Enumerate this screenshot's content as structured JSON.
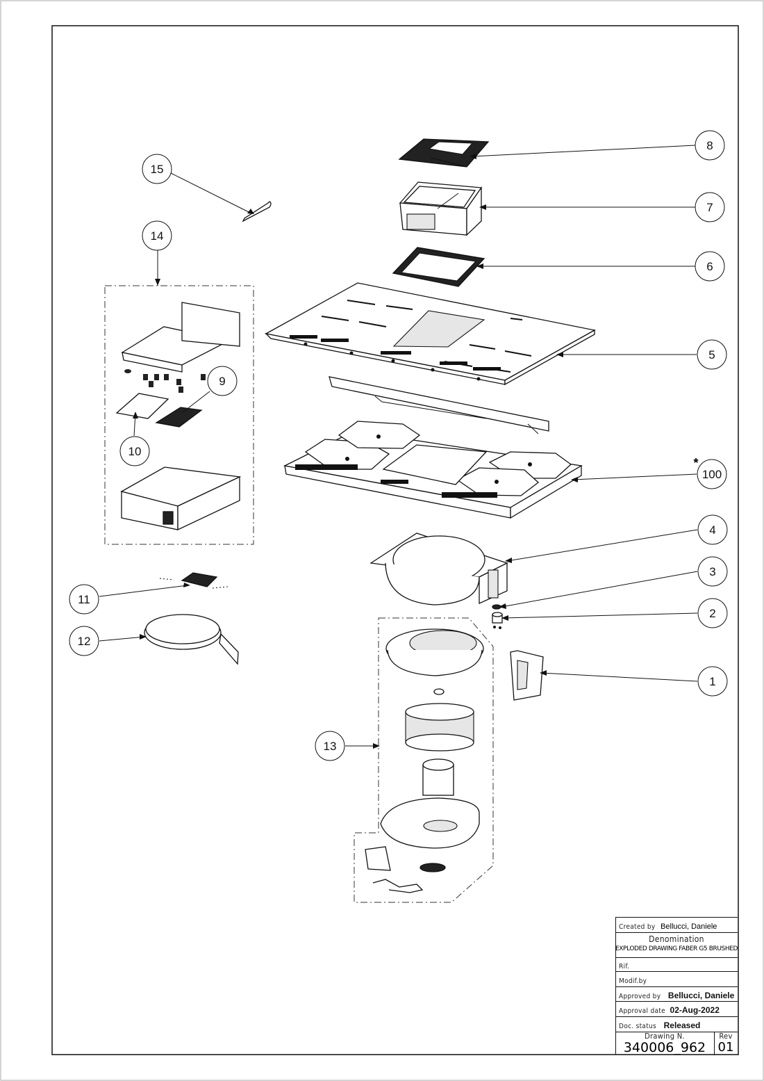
{
  "balloons": [
    {
      "label": "15"
    },
    {
      "label": "14"
    },
    {
      "label": "9"
    },
    {
      "label": "10"
    },
    {
      "label": "11"
    },
    {
      "label": "12"
    },
    {
      "label": "13"
    },
    {
      "label": "8"
    },
    {
      "label": "7"
    },
    {
      "label": "6"
    },
    {
      "label": "5"
    },
    {
      "label": "100"
    },
    {
      "label": "4"
    },
    {
      "label": "3"
    },
    {
      "label": "2"
    },
    {
      "label": "1"
    }
  ],
  "asterisk_note": "*",
  "title_block": {
    "created_by_label": "Created by",
    "created_by_value": "Bellucci, Daniele",
    "denomination_label": "Denomination",
    "denomination_value": "EXPLODED DRAWING FABER G5 BRUSHED",
    "rif_label": "Rif.",
    "modif_label": "Modif.by",
    "approved_by_label": "Approved by",
    "approved_by_value": "Bellucci, Daniele",
    "approval_date_label": "Approval date",
    "approval_date_value": "02-Aug-2022",
    "doc_status_label": "Doc. status",
    "doc_status_value": "Released",
    "drawing_n_label": "Drawing N.",
    "drawing_n_value": "340006_962",
    "rev_label": "Rev",
    "rev_value": "01"
  }
}
